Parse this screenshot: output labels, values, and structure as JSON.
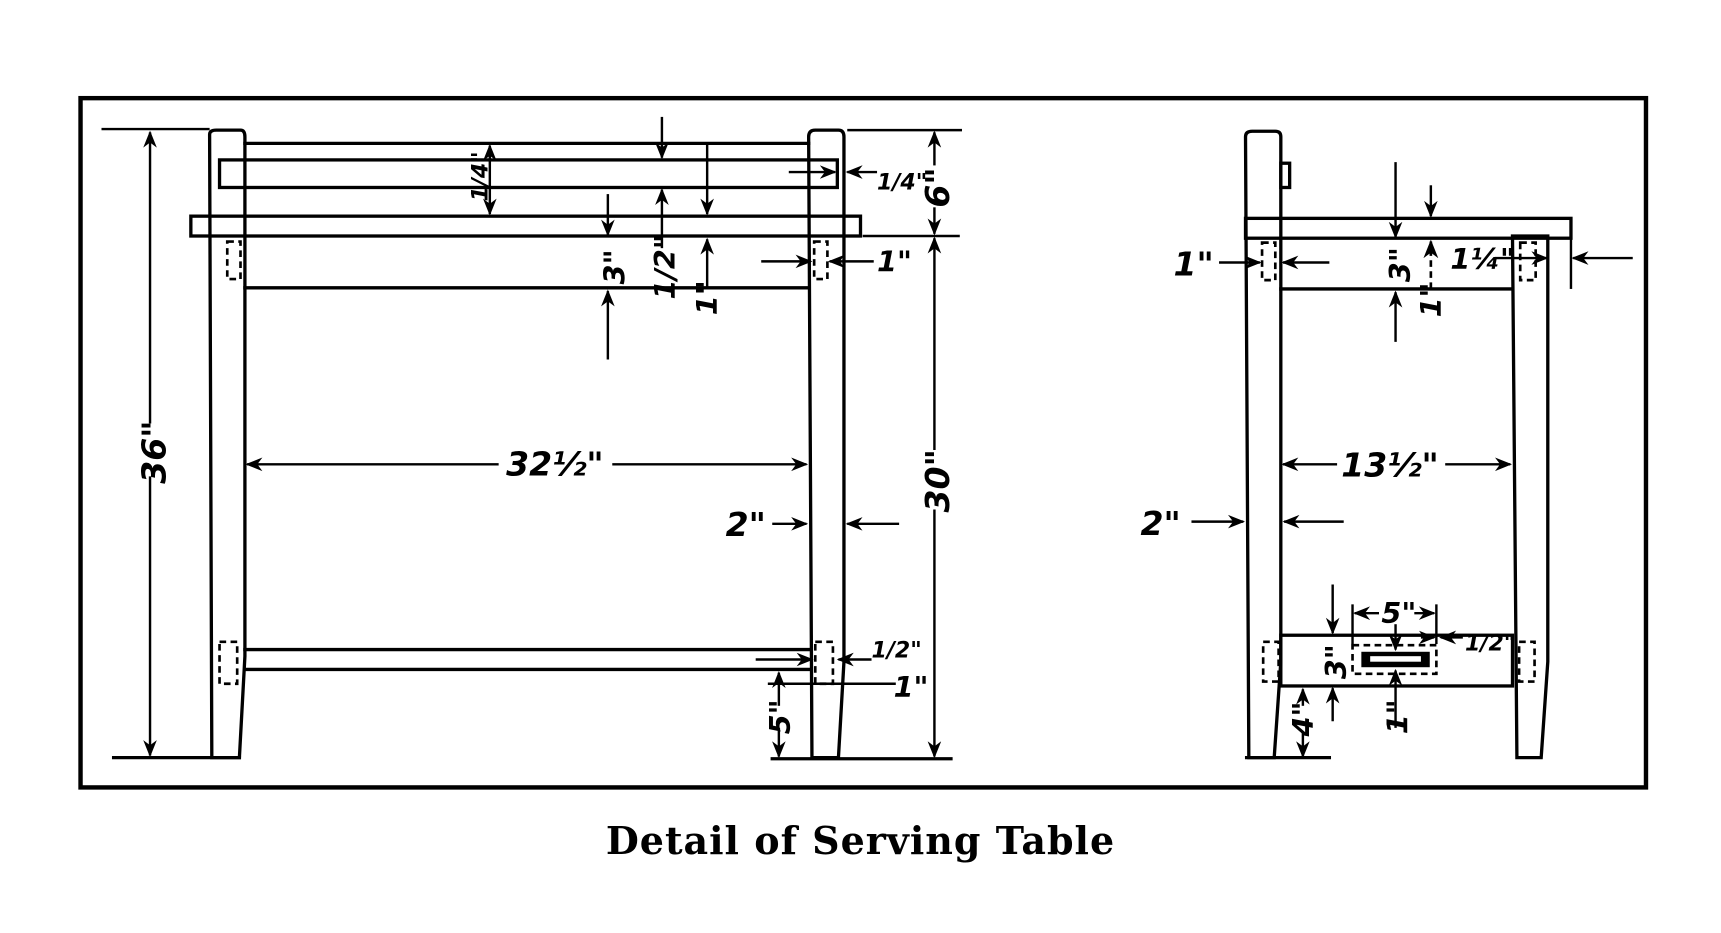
{
  "caption": "Detail of Serving Table",
  "front_view": {
    "overall_height": "36\"",
    "table_height": "30\"",
    "back_rail_height": "6\"",
    "top_thickness": "1\"",
    "back_board_quarter": "1/4\"",
    "back_board_gap": "1/4\"",
    "apron_height": "3\"",
    "half_inch": "1/2\"",
    "apron_inset": "1\"",
    "inside_width": "32½\"",
    "leg_width": "2\"",
    "stretcher_thickness": "1\"",
    "stretcher_half": "1/2\"",
    "stretcher_height": "5\""
  },
  "side_view": {
    "apron_inset": "1\"",
    "apron_height": "3\"",
    "top_overhang": "1¼\"",
    "top_thickness": "1\"",
    "inside_depth": "13½\"",
    "leg_width": "2\"",
    "stretcher_width": "5\"",
    "stretcher_height": "3\"",
    "mortise_half": "1/2\"",
    "mortise_height": "1\"",
    "stretcher_from_floor": "4\""
  },
  "colors": {
    "ink": "#000000",
    "paper": "#ffffff"
  }
}
